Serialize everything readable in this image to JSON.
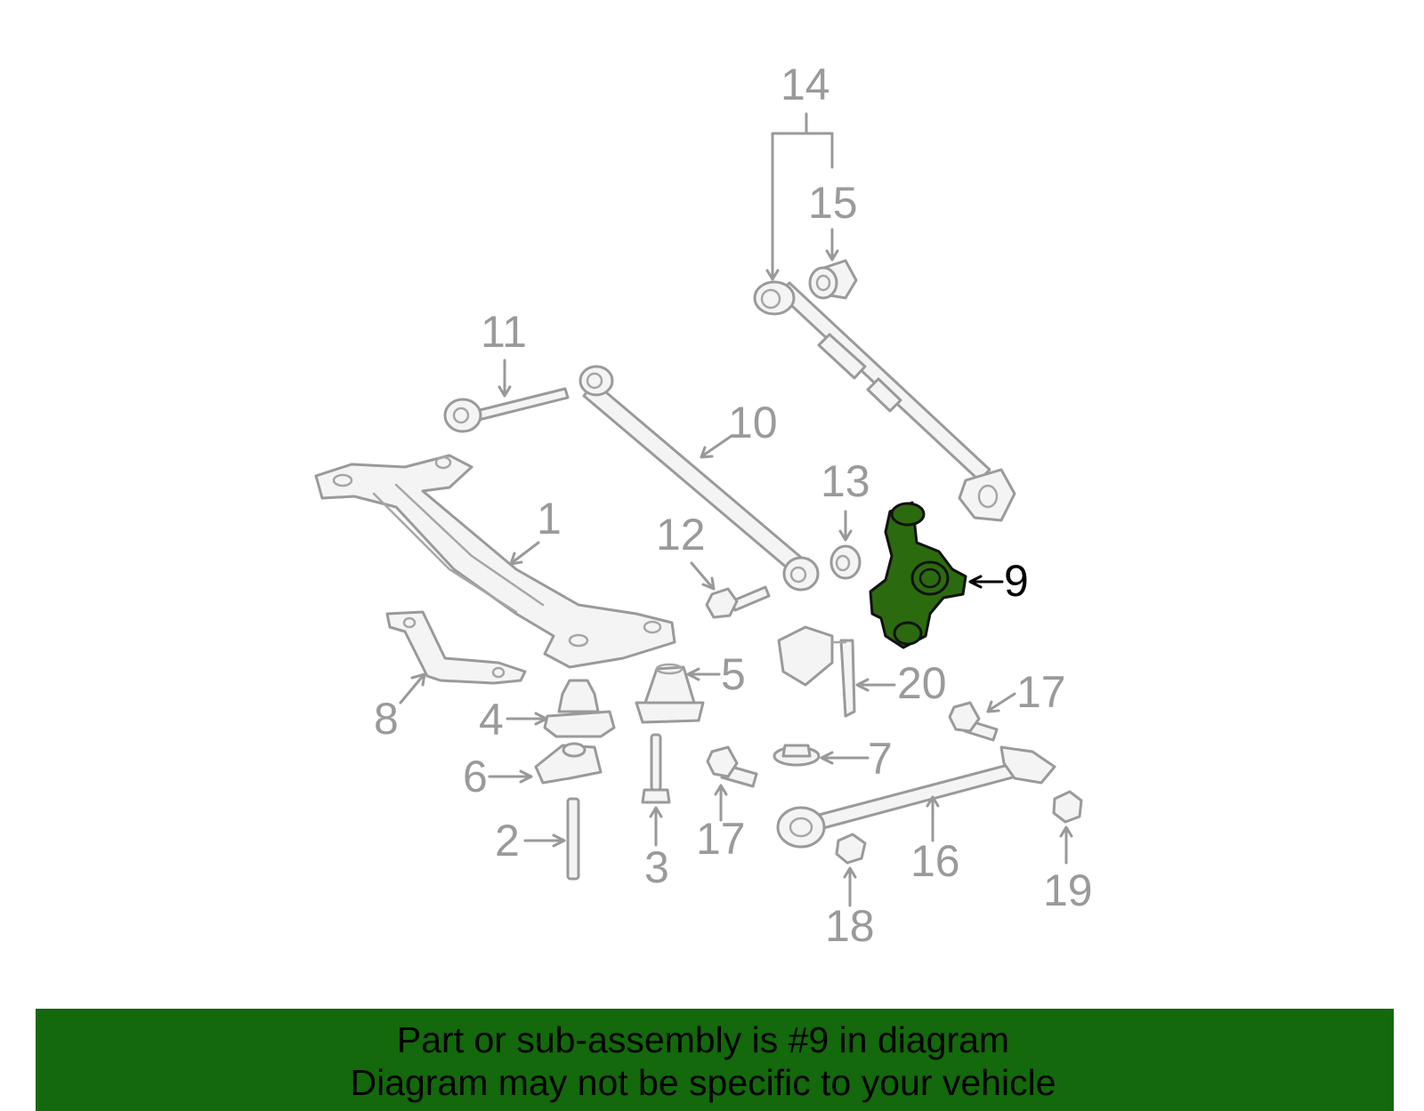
{
  "callouts": {
    "c1": "1",
    "c2": "2",
    "c3": "3",
    "c4": "4",
    "c5": "5",
    "c6": "6",
    "c7": "7",
    "c8": "8",
    "c9": "9",
    "c10": "10",
    "c11": "11",
    "c12": "12",
    "c13": "13",
    "c14": "14",
    "c15": "15",
    "c16": "16",
    "c17a": "17",
    "c17b": "17",
    "c18": "18",
    "c19": "19",
    "c20": "20"
  },
  "highlighted_part": "9",
  "colors": {
    "highlight": "#2c6a0f",
    "banner_bg": "#13690b",
    "line_gray": "#9a9a9a"
  },
  "banner": {
    "line1": "Part or sub-assembly is #9 in diagram",
    "line2": "Diagram may not be specific to your vehicle"
  }
}
